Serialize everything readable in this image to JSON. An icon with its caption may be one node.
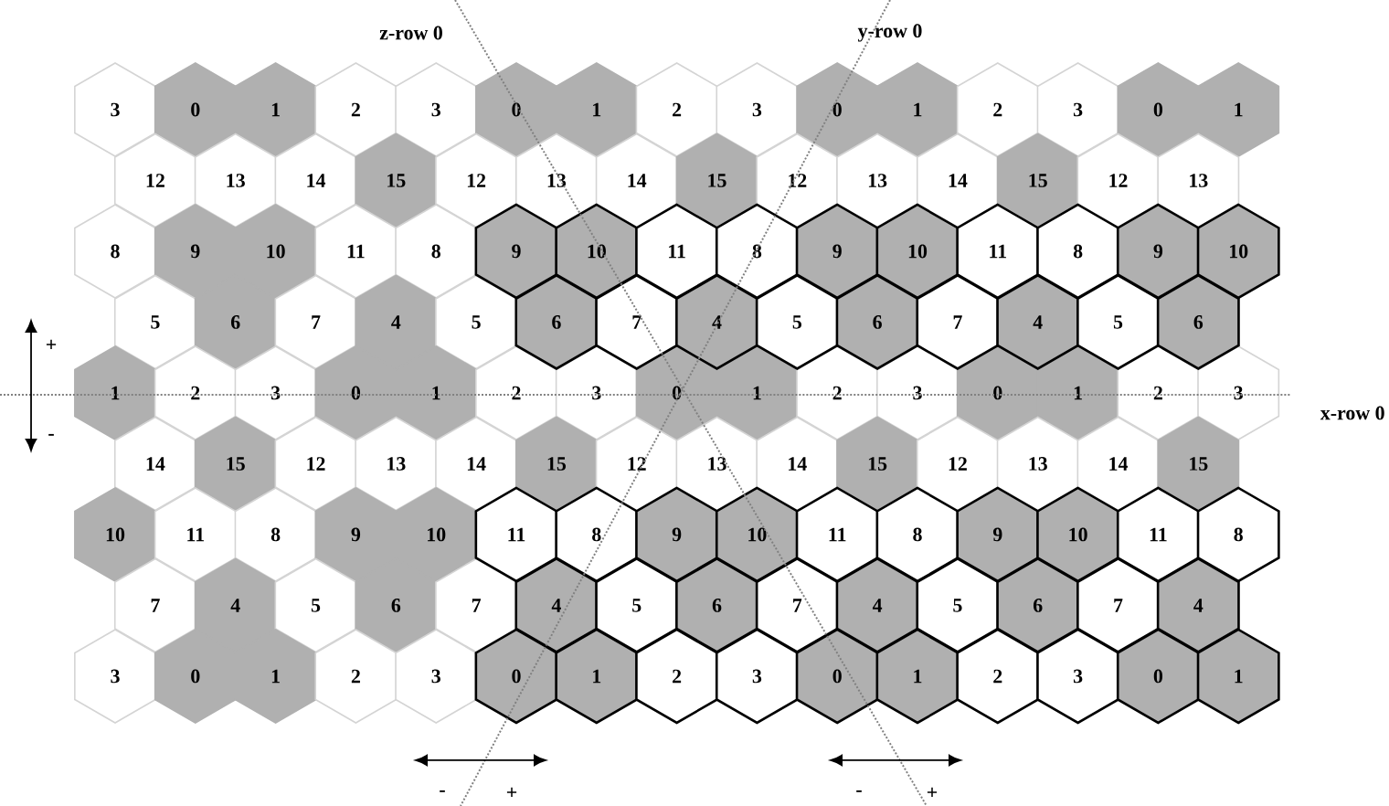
{
  "diagram": {
    "nodes": [
      {
        "text": [
          "3"
        ]
      },
      {
        "text": [
          "0"
        ]
      },
      {
        "text": [
          "1"
        ]
      },
      {
        "text": [
          "2"
        ]
      },
      {
        "text": [
          "3"
        ]
      },
      {
        "text": [
          "0"
        ]
      },
      {
        "text": [
          "1"
        ]
      },
      {
        "text": [
          "2"
        ]
      },
      {
        "text": [
          "3"
        ]
      },
      {
        "text": [
          "0"
        ]
      },
      {
        "text": [
          "1"
        ]
      },
      {
        "text": [
          "2"
        ]
      },
      {
        "text": [
          "3"
        ]
      },
      {
        "text": [
          "0"
        ]
      },
      {
        "text": [
          "1"
        ]
      },
      {
        "text": [
          "12"
        ]
      },
      {
        "text": [
          "13"
        ]
      },
      {
        "text": [
          "14"
        ]
      },
      {
        "text": [
          "15"
        ]
      },
      {
        "text": [
          "12"
        ]
      },
      {
        "text": [
          "13"
        ]
      },
      {
        "text": [
          "14"
        ]
      },
      {
        "text": [
          "15"
        ]
      },
      {
        "text": [
          "12"
        ]
      },
      {
        "text": [
          "13"
        ]
      },
      {
        "text": [
          "14"
        ]
      },
      {
        "text": [
          "15"
        ]
      },
      {
        "text": [
          "12"
        ]
      },
      {
        "text": [
          "13"
        ]
      },
      {
        "text": [
          "8"
        ]
      },
      {
        "text": [
          "9"
        ]
      },
      {
        "text": [
          "10"
        ]
      },
      {
        "text": [
          "11"
        ]
      },
      {
        "text": [
          "8"
        ]
      },
      {
        "text": [
          "9"
        ]
      },
      {
        "text": [
          "10"
        ]
      },
      {
        "text": [
          "11"
        ]
      },
      {
        "text": [
          "8"
        ]
      },
      {
        "text": [
          "9"
        ]
      },
      {
        "text": [
          "10"
        ]
      },
      {
        "text": [
          "11"
        ]
      },
      {
        "text": [
          "8"
        ]
      },
      {
        "text": [
          "9"
        ]
      },
      {
        "text": [
          "10"
        ]
      },
      {
        "text": [
          "5"
        ]
      },
      {
        "text": [
          "6"
        ]
      },
      {
        "text": [
          "7"
        ]
      },
      {
        "text": [
          "4"
        ]
      },
      {
        "text": [
          "5"
        ]
      },
      {
        "text": [
          "6"
        ]
      },
      {
        "text": [
          "7"
        ]
      },
      {
        "text": [
          "4"
        ]
      },
      {
        "text": [
          "5"
        ]
      },
      {
        "text": [
          "6"
        ]
      },
      {
        "text": [
          "7"
        ]
      },
      {
        "text": [
          "4"
        ]
      },
      {
        "text": [
          "5"
        ]
      },
      {
        "text": [
          "6"
        ]
      },
      {
        "text": [
          "1"
        ]
      },
      {
        "text": [
          "2"
        ]
      },
      {
        "text": [
          "3"
        ]
      },
      {
        "text": [
          "0"
        ]
      },
      {
        "text": [
          "1"
        ]
      },
      {
        "text": [
          "2"
        ]
      },
      {
        "text": [
          "3"
        ]
      },
      {
        "text": [
          "0"
        ]
      },
      {
        "text": [
          "1"
        ]
      },
      {
        "text": [
          "2"
        ]
      },
      {
        "text": [
          "3"
        ]
      },
      {
        "text": [
          "0"
        ]
      },
      {
        "text": [
          "1"
        ]
      },
      {
        "text": [
          "2"
        ]
      },
      {
        "text": [
          "3"
        ]
      },
      {
        "text": [
          "14"
        ]
      },
      {
        "text": [
          "15"
        ]
      },
      {
        "text": [
          "12"
        ]
      },
      {
        "text": [
          "13"
        ]
      },
      {
        "text": [
          "14"
        ]
      },
      {
        "text": [
          "15"
        ]
      },
      {
        "text": [
          "12"
        ]
      },
      {
        "text": [
          "13"
        ]
      },
      {
        "text": [
          "14"
        ]
      },
      {
        "text": [
          "15"
        ]
      },
      {
        "text": [
          "12"
        ]
      },
      {
        "text": [
          "13"
        ]
      },
      {
        "text": [
          "14"
        ]
      },
      {
        "text": [
          "15"
        ]
      },
      {
        "text": [
          "10"
        ]
      },
      {
        "text": [
          "11"
        ]
      },
      {
        "text": [
          "8"
        ]
      },
      {
        "text": [
          "9"
        ]
      },
      {
        "text": [
          "10"
        ]
      },
      {
        "text": [
          "11"
        ]
      },
      {
        "text": [
          "8"
        ]
      },
      {
        "text": [
          "9"
        ]
      },
      {
        "text": [
          "10"
        ]
      },
      {
        "text": [
          "11"
        ]
      },
      {
        "text": [
          "8"
        ]
      },
      {
        "text": [
          "9"
        ]
      },
      {
        "text": [
          "10"
        ]
      },
      {
        "text": [
          "11"
        ]
      },
      {
        "text": [
          "8"
        ]
      },
      {
        "text": [
          "7"
        ]
      },
      {
        "text": [
          "4"
        ]
      },
      {
        "text": [
          "5"
        ]
      },
      {
        "text": [
          "6"
        ]
      },
      {
        "text": [
          "7"
        ]
      },
      {
        "text": [
          "4"
        ]
      },
      {
        "text": [
          "5"
        ]
      },
      {
        "text": [
          "6"
        ]
      },
      {
        "text": [
          "7"
        ]
      },
      {
        "text": [
          "4"
        ]
      },
      {
        "text": [
          "5"
        ]
      },
      {
        "text": [
          "6"
        ]
      },
      {
        "text": [
          "7"
        ]
      },
      {
        "text": [
          "4"
        ]
      },
      {
        "text": [
          "3"
        ]
      },
      {
        "text": [
          "0"
        ]
      },
      {
        "text": [
          "1"
        ]
      },
      {
        "text": [
          "2"
        ]
      },
      {
        "text": [
          "3"
        ]
      },
      {
        "text": [
          "0"
        ]
      },
      {
        "text": [
          "1"
        ]
      },
      {
        "text": [
          "2"
        ]
      },
      {
        "text": [
          "3"
        ]
      },
      {
        "text": [
          "0"
        ]
      },
      {
        "text": [
          "1"
        ]
      },
      {
        "text": [
          "2"
        ]
      },
      {
        "text": [
          "3"
        ]
      },
      {
        "text": [
          "0"
        ]
      },
      {
        "text": [
          "1"
        ]
      }
    ],
    "labels": [
      "z-row 0",
      "y-row 0",
      "+",
      "x-row 0",
      "-",
      "-",
      "+",
      "-",
      "+"
    ]
  }
}
